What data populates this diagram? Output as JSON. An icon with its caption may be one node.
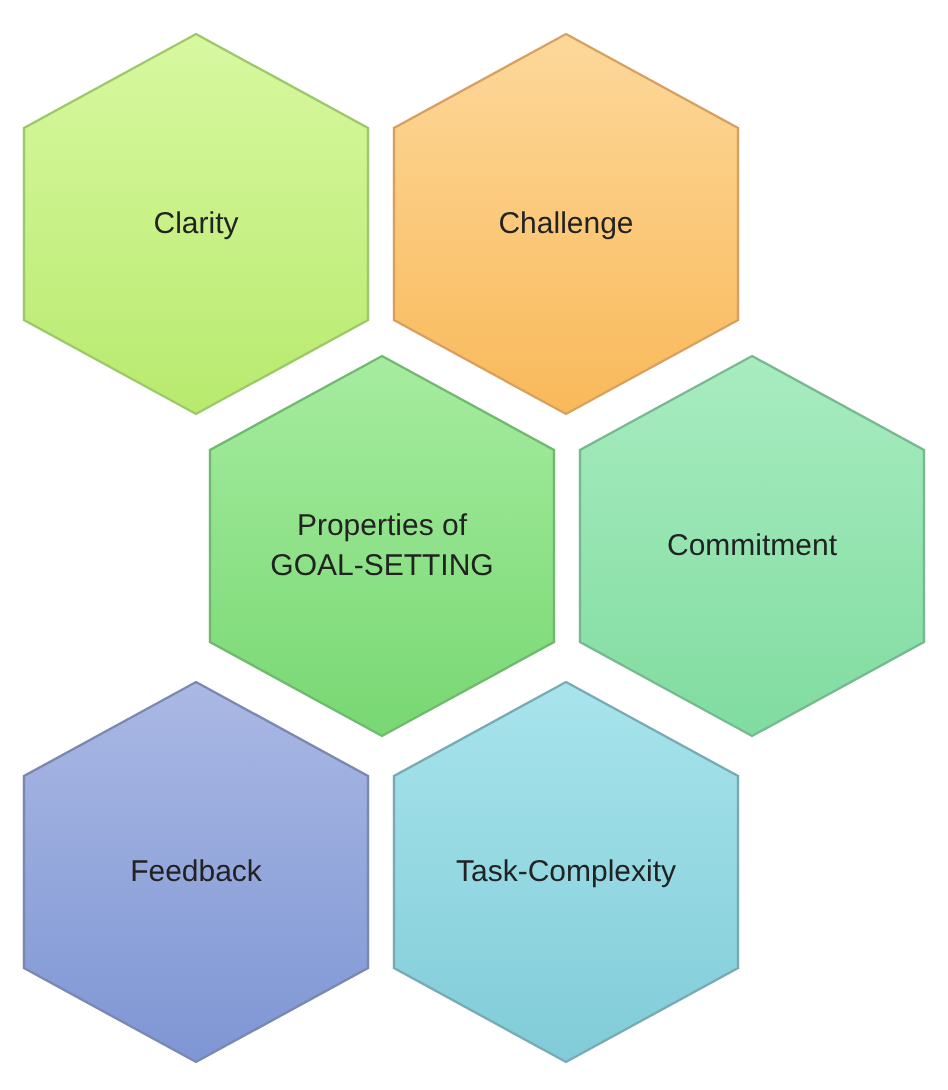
{
  "diagram": {
    "nodes": [
      {
        "text": [
          "Clarity"
        ]
      },
      {
        "text": [
          "Challenge"
        ]
      },
      {
        "text": [
          "Properties of GOAL-SETTING"
        ]
      },
      {
        "text": [
          "Commitment"
        ]
      },
      {
        "text": [
          "Feedback"
        ]
      },
      {
        "text": [
          "Task-Complexity"
        ]
      }
    ]
  }
}
